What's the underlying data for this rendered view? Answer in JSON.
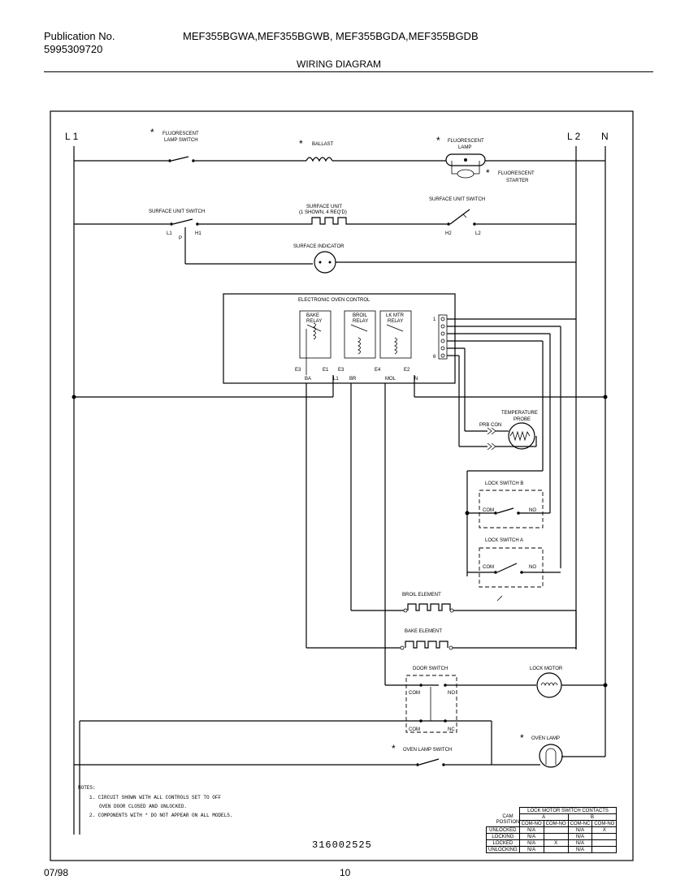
{
  "header": {
    "publication_label": "Publication No.",
    "publication_number": "5995309720",
    "models": "MEF355BGWA,MEF355BGWB, MEF355BGDA,MEF355BGDB",
    "title": "WIRING DIAGRAM"
  },
  "diagram": {
    "L1": "L 1",
    "L2": "L 2",
    "N": "N",
    "fluorescent_lamp_switch": [
      "FLUORESCENT",
      "LAMP SWITCH"
    ],
    "ballast": "BALLAST",
    "fluorescent_lamp": [
      "FLUORESCENT",
      "LAMP"
    ],
    "fluorescent_starter": [
      "FLUORESCENT",
      "STARTER"
    ],
    "surface_unit_switch_left": "SURFACE UNIT SWITCH",
    "surface_unit": [
      "SURFACE UNIT",
      "(1 SHOWN, 4 REQ'D)"
    ],
    "surface_unit_switch_right": "SURFACE UNIT SWITCH",
    "sw_L1": "L1",
    "sw_P": "P",
    "sw_H1": "H1",
    "sw_H2": "H2",
    "sw_L2": "L2",
    "surface_indicator": "SURFACE INDICATOR",
    "electronic_oven_control": "ELECTRONIC OVEN CONTROL",
    "bake_relay": [
      "BAKE",
      "RELAY"
    ],
    "broil_relay": [
      "BROIL",
      "RELAY"
    ],
    "lk_mtr_relay": [
      "LK MTR",
      "RELAY"
    ],
    "connector_1": "1",
    "connector_6": "6",
    "term_E3a": "E3",
    "term_E1": "E1",
    "term_E3b": "E3",
    "term_E4": "E4",
    "term_E2": "E2",
    "term_BA": "BA",
    "term_L1": "L1",
    "term_BR": "BR",
    "term_MOL": "MOL",
    "term_N": "N",
    "temperature_probe": [
      "TEMPERATURE",
      "PROBE"
    ],
    "prb_con": "PRB CON",
    "lock_switch_b": "LOCK SWITCH B",
    "lock_switch_a": "LOCK SWITCH A",
    "com": "COM",
    "no": "NO",
    "nc": "NC",
    "broil_element": "BROIL ELEMENT",
    "bake_element": "BAKE ELEMENT",
    "door_switch": "DOOR SWITCH",
    "lock_motor": "LOCK MOTOR",
    "oven_lamp_switch": "OVEN LAMP SWITCH",
    "oven_lamp": "OVEN LAMP",
    "asterisk": "*"
  },
  "notes": {
    "heading": "NOTES:",
    "n1a": "1.  CIRCUIT SHOWN WITH ALL CONTROLS SET TO OFF",
    "n1b": "OVEN DOOR CLOSED AND UNLOCKED.",
    "n2": "2.  COMPONENTS WITH * DO NOT APPEAR ON ALL MODELS."
  },
  "part_number": "316002525",
  "table": {
    "title": "LOCK MOTOR SWITCH CONTACTS",
    "col_cam": [
      "CAM",
      "POSITION"
    ],
    "group_a": "A",
    "group_b": "B",
    "sub": [
      "COM-NO",
      "COM-NO",
      "COM-NC",
      "COM-NO"
    ],
    "rows": [
      {
        "pos": "UNLOCKED",
        "c": [
          "N/A",
          "",
          "N/A",
          "X"
        ]
      },
      {
        "pos": "LOCKING",
        "c": [
          "N/A",
          "",
          "N/A",
          ""
        ]
      },
      {
        "pos": "LOCKED",
        "c": [
          "N/A",
          "X",
          "N/A",
          ""
        ]
      },
      {
        "pos": "UNLOCKING",
        "c": [
          "N/A",
          "",
          "N/A",
          ""
        ]
      }
    ]
  },
  "footer": {
    "date": "07/98",
    "page": "10"
  }
}
